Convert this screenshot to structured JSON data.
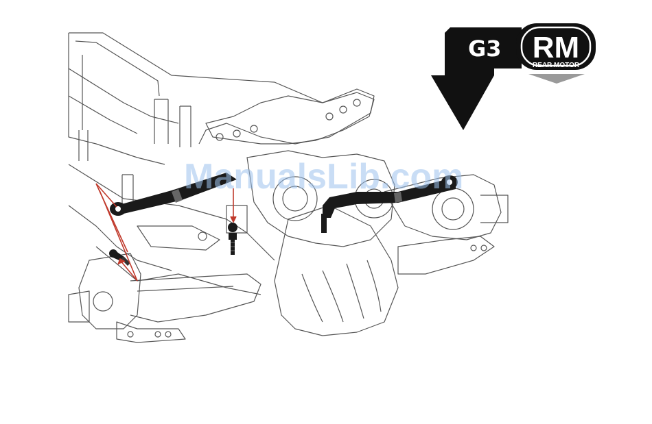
{
  "badge": {
    "series_label": "G3",
    "model_code": "RM",
    "model_caption": "REAR MOTOR"
  },
  "watermark": {
    "text": "ManualsLib.com"
  },
  "colors": {
    "badge_black": "#111111",
    "line_art": "#555555",
    "rod_black": "#1a1a1a",
    "callout_red": "#c0392b",
    "watermark_blue": "#9ec3ee",
    "caption_arrow_grey": "#9a9a9a"
  }
}
